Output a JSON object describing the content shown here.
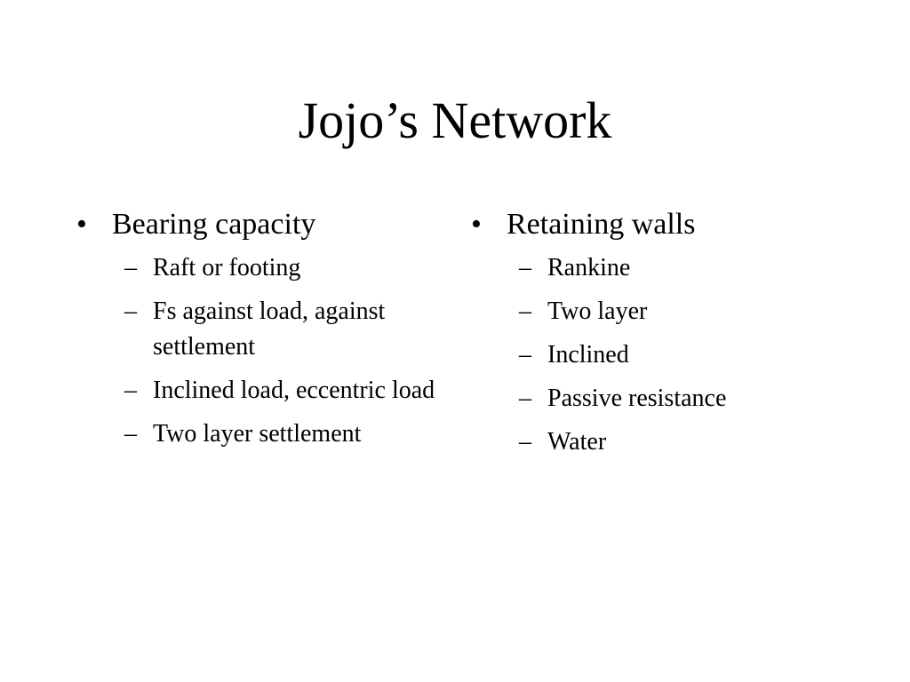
{
  "slide": {
    "title": "Jojo’s Network",
    "bullet_marker": "•",
    "sub_marker": "–",
    "left": {
      "heading": "Bearing capacity",
      "items": [
        "Raft or footing",
        "Fs against load, against settlement",
        "Inclined load, eccentric load",
        "Two layer settlement"
      ]
    },
    "right": {
      "heading": "Retaining walls",
      "items": [
        "Rankine",
        "Two layer",
        "Inclined",
        "Passive resistance",
        "Water"
      ]
    }
  }
}
